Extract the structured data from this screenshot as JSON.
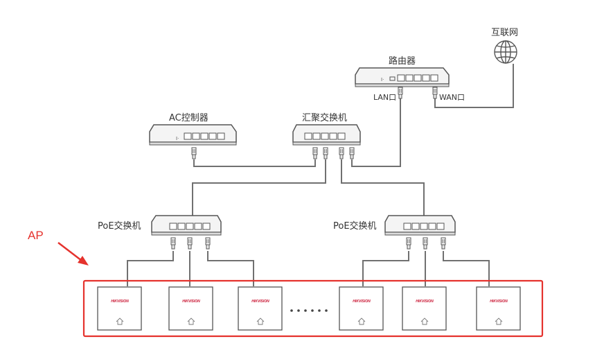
{
  "nodes": {
    "internet": {
      "label": "互联网"
    },
    "router": {
      "label": "路由器",
      "lan_port": "LAN口",
      "wan_port": "WAN口"
    },
    "ac_controller": {
      "label": "AC控制器"
    },
    "aggregation_switch": {
      "label": "汇聚交换机"
    },
    "poe_switch_left": {
      "label": "PoE交换机"
    },
    "poe_switch_right": {
      "label": "PoE交换机"
    }
  },
  "ap_group": {
    "annotation": "AP",
    "brand": "HIKVISION",
    "ap_count_shown": 6,
    "ellipsis": true
  },
  "colors": {
    "line": "#707070",
    "device_fill": "#f4f4f4",
    "device_stroke": "#555555",
    "highlight": "#e5322d",
    "brand": "#c8102e"
  },
  "icons": [
    "globe-icon",
    "ethernet-plug-icon",
    "wifi-ap-icon"
  ]
}
